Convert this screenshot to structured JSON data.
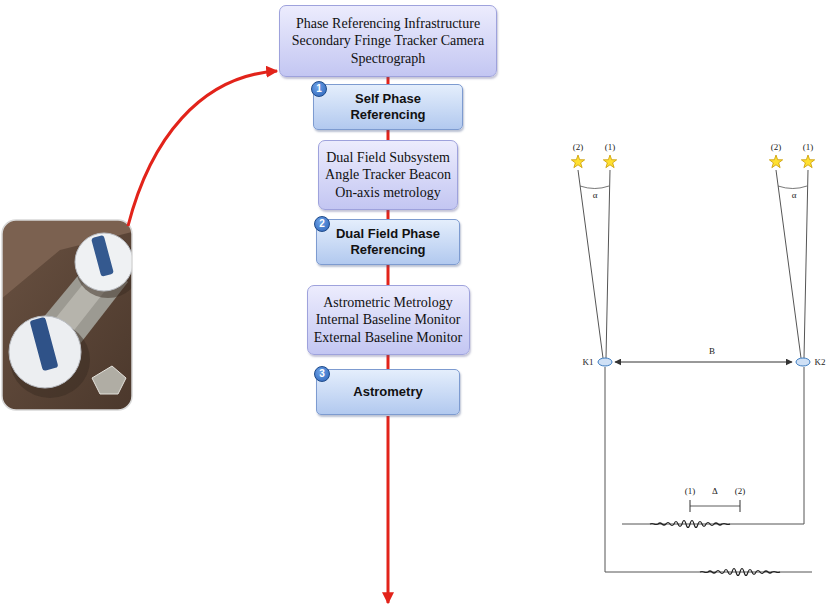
{
  "diagram": {
    "nodes": [
      {
        "text": [
          "Phase Referencing Infrastructure",
          "Secondary Fringe Tracker Camera",
          "Spectrograph"
        ]
      },
      {
        "text": [
          "Self Phase Referencing"
        ]
      },
      {
        "text": [
          "1"
        ],
        "in": 1
      },
      {
        "text": [
          "Dual Field Subsystem",
          "Angle Tracker Beacon",
          "On-axis metrology"
        ]
      },
      {
        "text": [
          "Dual Field Phase Referencing"
        ]
      },
      {
        "text": [
          "2"
        ],
        "in": 4
      },
      {
        "text": [
          "Astrometric Metrology",
          "Internal Baseline Monitor",
          "External Baseline Monitor"
        ]
      },
      {
        "text": [
          "Astrometry"
        ]
      },
      {
        "text": [
          "3"
        ],
        "in": 7
      }
    ],
    "edges": [
      {
        "from": 0,
        "to": 1,
        "arrow": "none"
      },
      {
        "from": 1,
        "to": 3,
        "arrow": "none"
      },
      {
        "from": 3,
        "to": 4,
        "arrow": "none"
      },
      {
        "from": 4,
        "to": 6,
        "arrow": "none"
      },
      {
        "from": 6,
        "to": 7,
        "arrow": "none"
      }
    ],
    "labels": [
      "(2)",
      "(1)",
      "α",
      "(2)",
      "(1)",
      "α",
      "B",
      "K1",
      "K2",
      "(1)",
      "Δ",
      "(2)"
    ]
  }
}
